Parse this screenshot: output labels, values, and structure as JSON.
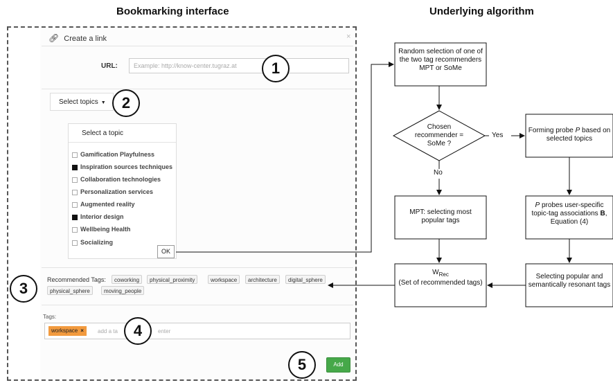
{
  "titles": {
    "left": "Bookmarking interface",
    "right": "Underlying algorithm"
  },
  "dialog": {
    "link_icon": "link-icon",
    "header": "Create a link",
    "close": "×",
    "url_label": "URL:",
    "url_placeholder": "Example: http://know-center.tugraz.at",
    "select_topics": "Select topics",
    "topic_header": "Select a topic",
    "topics": [
      {
        "label": "Gamification Playfulness",
        "checked": false
      },
      {
        "label": "Inspiration sources techniques",
        "checked": true
      },
      {
        "label": "Collaboration technologies",
        "checked": false
      },
      {
        "label": "Personalization services",
        "checked": false
      },
      {
        "label": "Augmented reality",
        "checked": false
      },
      {
        "label": "Interior design",
        "checked": true
      },
      {
        "label": "Wellbeing Health",
        "checked": false
      },
      {
        "label": "Socializing",
        "checked": false
      }
    ],
    "ok": "OK",
    "recommended_label": "Recommended Tags:",
    "recommended_tags": [
      "coworking",
      "physical_proximity",
      "workspace",
      "architecture",
      "digital_sphere",
      "physical_sphere",
      "moving_people"
    ],
    "tags_label": "Tags:",
    "tag_chip": "workspace",
    "tag_chip_remove": "×",
    "tags_placeholder_a": "add a ta",
    "tags_placeholder_b": "enter",
    "add": "Add"
  },
  "callouts": [
    "1",
    "2",
    "3",
    "4",
    "5"
  ],
  "flow": {
    "random": "Random selection of one of the two tag recommenders MPT or SoMe",
    "decision": "Chosen recommender = SoMe ?",
    "yes": "Yes",
    "no": "No",
    "probe": "Forming probe P based on selected topics",
    "probe_var": "P",
    "probe_pre": "Forming probe",
    "probe_post": "based on selected topics",
    "mpt": "MPT: selecting most popular tags",
    "probes_var": "P",
    "probes_text": "probes user-specific topic-tag associations",
    "probes_b": "B",
    "probes_eq": ", Equation (4)",
    "wrec_main": "W",
    "wrec_sub": "Rec",
    "wrec_text": "(Set of recommended tags)",
    "select_pop": "Selecting popular and semantically resonant tags"
  }
}
